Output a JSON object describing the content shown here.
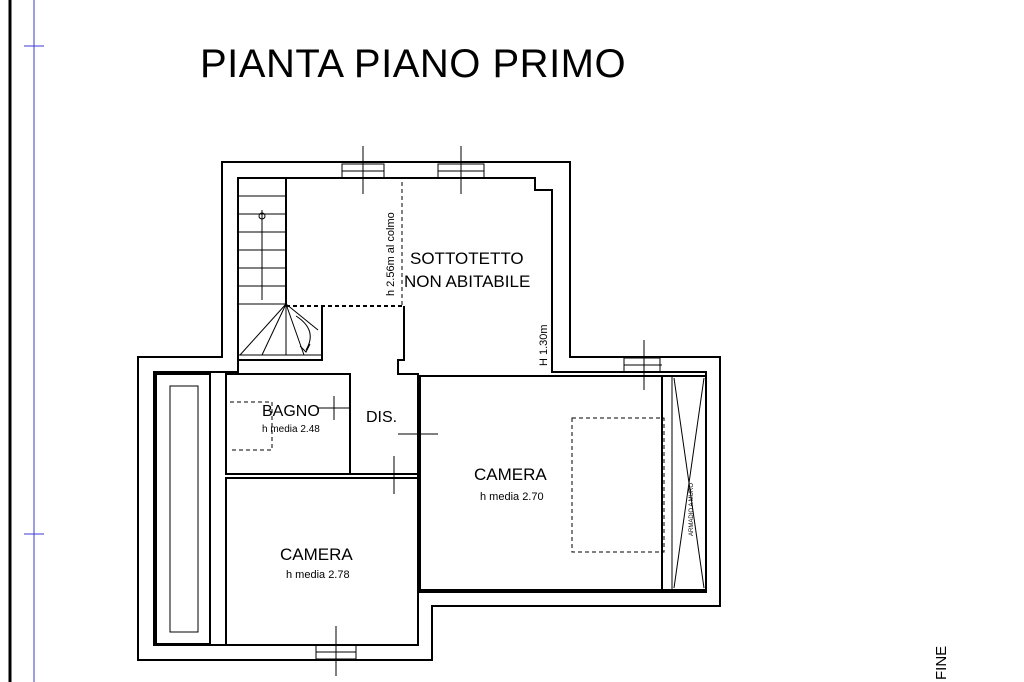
{
  "title": "PIANTA PIANO PRIMO",
  "rooms": {
    "sottotetto_line1": "SOTTOTETTO",
    "sottotetto_line2": "NON ABITABILE",
    "sottotetto_height": "h 2.56m al colmo",
    "sottotetto_low_height": "H 1.30m",
    "bagno": "BAGNO",
    "bagno_height": "h media 2.48",
    "dis": "DIS.",
    "camera_right": "CAMERA",
    "camera_right_height": "h media 2.70",
    "camera_left": "CAMERA",
    "camera_left_height": "h media 2.78",
    "wardrobe": "ARMADIO A MURO"
  },
  "edge_text": "FINE",
  "colors": {
    "frame_blue": "#3b3bd6",
    "ink": "#000000",
    "background": "#ffffff"
  }
}
